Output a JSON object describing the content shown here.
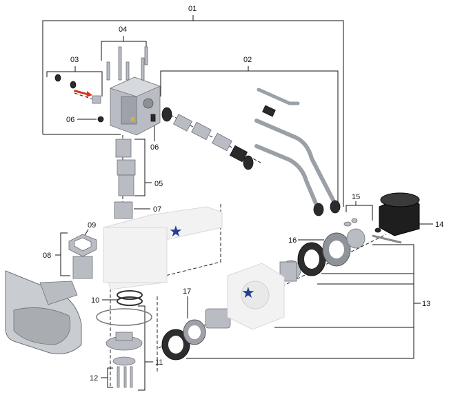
{
  "callouts": {
    "c01": "01",
    "c02": "02",
    "c03": "03",
    "c04": "04",
    "c05": "05",
    "c06a": "06",
    "c06b": "06",
    "c07": "07",
    "c08": "08",
    "c09": "09",
    "c10": "10",
    "c11": "11",
    "c12": "12",
    "c13": "13",
    "c14": "14",
    "c15": "15",
    "c16": "16",
    "c17": "17"
  },
  "colors": {
    "star": "#1f3f8f",
    "arrow": "#d7341a",
    "brass": "#d9b23a"
  }
}
